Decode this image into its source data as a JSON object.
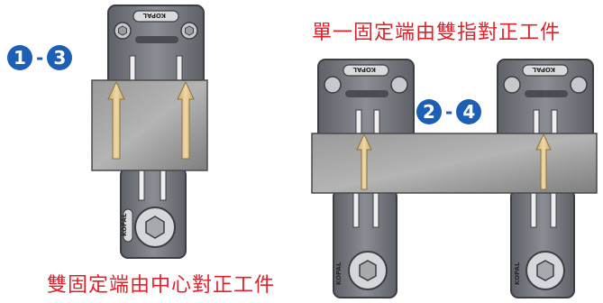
{
  "left_panel": {
    "caption": "雙固定端由中心對正工件",
    "step_start": "1",
    "step_sep": "-",
    "step_end": "3"
  },
  "right_panel": {
    "caption": "單一固定端由雙指對正工件",
    "step_start": "2",
    "step_sep": "-",
    "step_end": "4"
  },
  "brand": "KOPAL",
  "colors": {
    "caption_red": "#e0202b",
    "badge_blue": "#1d5fb4",
    "arrow_gold": "#d8b878",
    "plate_gray": "#8e8e8e",
    "jaw_gray": "#7d8088"
  }
}
